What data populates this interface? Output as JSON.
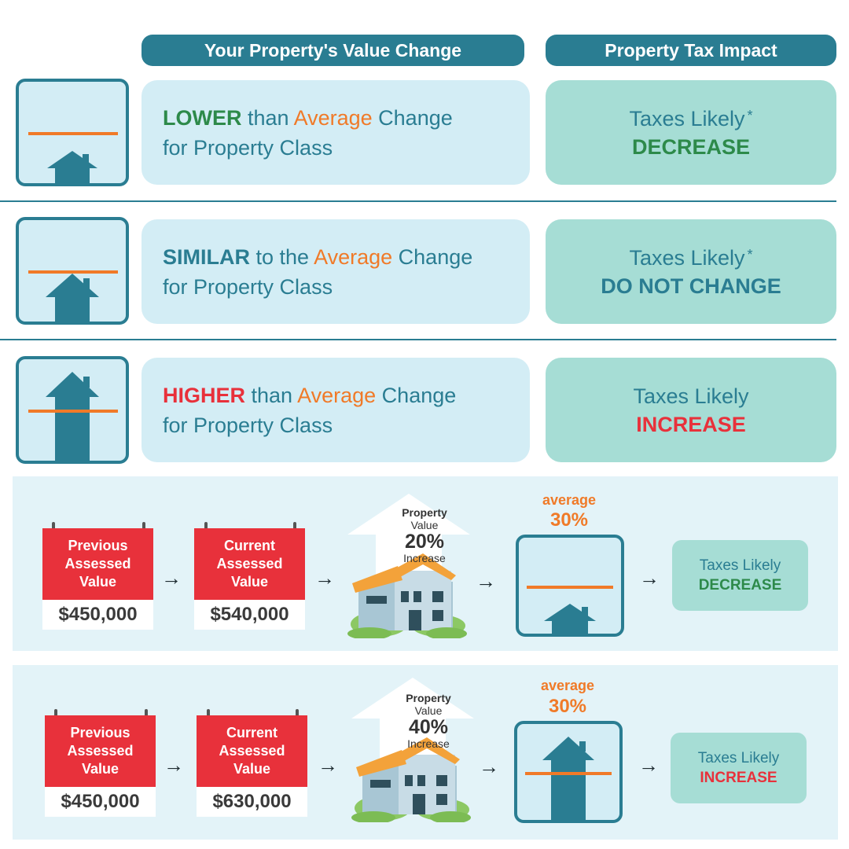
{
  "header": {
    "value_change": "Your Property's Value Change",
    "tax_impact": "Property Tax Impact"
  },
  "rows": [
    {
      "keyword": "LOWER",
      "mid": " than ",
      "avg": "Average",
      "tail": " Change",
      "line2": "for Property Class",
      "tax_label": "Taxes Likely",
      "tax_star": "*",
      "tax_result": "DECREASE"
    },
    {
      "keyword": "SIMILAR",
      "mid": " to the ",
      "avg": "Average",
      "tail": " Change",
      "line2": "for Property Class",
      "tax_label": "Taxes Likely",
      "tax_star": "*",
      "tax_result": "DO NOT CHANGE"
    },
    {
      "keyword": "HIGHER",
      "mid": " than ",
      "avg": "Average",
      "tail": " Change",
      "line2": "for Property Class",
      "tax_label": "Taxes Likely",
      "tax_result": "INCREASE"
    }
  ],
  "examples": [
    {
      "prev_label_1": "Previous",
      "prev_label_2": "Assessed",
      "prev_label_3": "Value",
      "prev_amount": "$450,000",
      "curr_label_1": "Current",
      "curr_label_2": "Assessed",
      "curr_label_3": "Value",
      "curr_amount": "$540,000",
      "pv_line1": "Property",
      "pv_line2": "Value",
      "pv_percent": "20%",
      "pv_line3": "Increase",
      "avg_word": "average",
      "avg_percent": "30%",
      "tax_label": "Taxes Likely",
      "tax_result": "DECREASE"
    },
    {
      "prev_label_1": "Previous",
      "prev_label_2": "Assessed",
      "prev_label_3": "Value",
      "prev_amount": "$450,000",
      "curr_label_1": "Current",
      "curr_label_2": "Assessed",
      "curr_label_3": "Value",
      "curr_amount": "$630,000",
      "pv_line1": "Property",
      "pv_line2": "Value",
      "pv_percent": "40%",
      "pv_line3": "Increase",
      "avg_word": "average",
      "avg_percent": "30%",
      "tax_label": "Taxes Likely",
      "tax_result": "INCREASE"
    }
  ],
  "icons": {
    "arrow": "→"
  },
  "colors": {
    "teal": "#2a7d92",
    "orange": "#f07a28",
    "green": "#2d8a4a",
    "red": "#e8313b",
    "light_blue": "#d3edf5",
    "mint": "#a6ddd5"
  }
}
